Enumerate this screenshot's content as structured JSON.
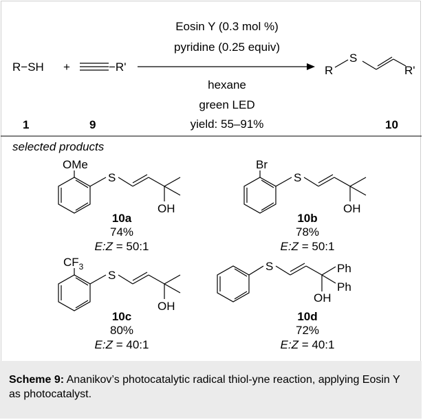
{
  "reaction": {
    "reactant1": "R−SH",
    "plus": "+",
    "reactant2_r": "−R'",
    "conditions": [
      "Eosin Y (0.3 mol %)",
      "pyridine (0.25 equiv)",
      "hexane",
      "green LED",
      "yield: 55–91%"
    ],
    "product_r1": "R",
    "product_s": "S",
    "product_r2": "R'",
    "label1": "1",
    "label9": "9",
    "label10": "10"
  },
  "section_title": "selected products",
  "products": [
    {
      "substituent": "OMe",
      "extra1": "",
      "extra2": "",
      "oh": "OH",
      "id": "10a",
      "yield": "74%",
      "ez_label": "E:Z",
      "ez_value": "= 50:1"
    },
    {
      "substituent": "Br",
      "extra1": "",
      "extra2": "",
      "oh": "OH",
      "id": "10b",
      "yield": "78%",
      "ez_label": "E:Z",
      "ez_value": "= 50:1"
    },
    {
      "substituent": "CF",
      "substituent_sub": "3",
      "extra1": "",
      "extra2": "",
      "oh": "OH",
      "id": "10c",
      "yield": "80%",
      "ez_label": "E:Z",
      "ez_value": "= 40:1"
    },
    {
      "substituent": "",
      "extra1": "Ph",
      "extra2": "Ph",
      "oh": "OH",
      "id": "10d",
      "yield": "72%",
      "ez_label": "E:Z",
      "ez_value": "= 40:1"
    }
  ],
  "caption": {
    "bold": "Scheme 9:",
    "text": " Ananikov’s photocatalytic radical thiol-yne reaction, applying Eosin Y as photocatalyst."
  }
}
